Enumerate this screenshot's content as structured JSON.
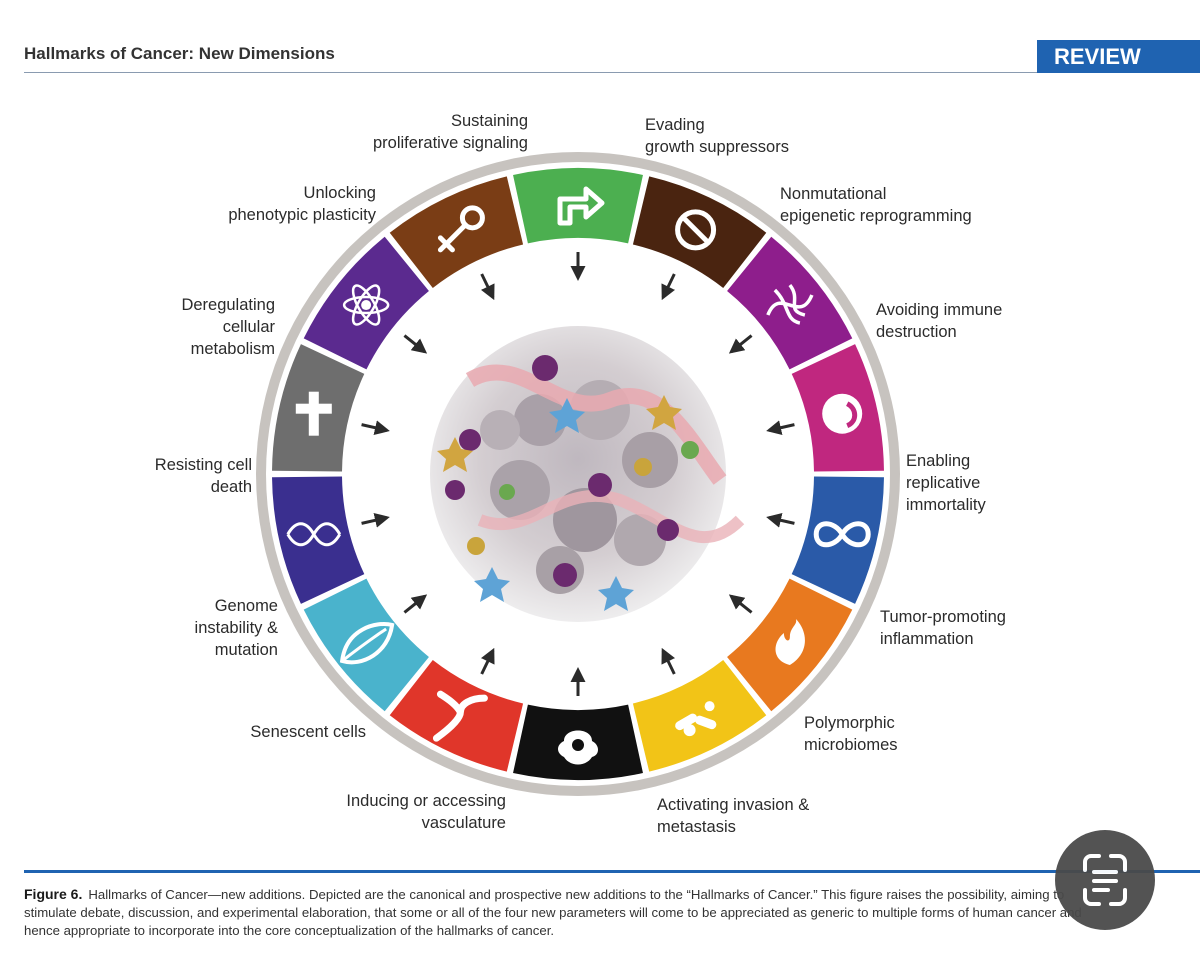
{
  "header": {
    "title": "Hallmarks of Cancer: New Dimensions",
    "badge": "REVIEW"
  },
  "colors": {
    "accent": "#1f63b1"
  },
  "segments": [
    {
      "id": "sustaining",
      "color": "#4caf50",
      "icon": "arrow-icon",
      "label_lines": [
        "Sustaining",
        "proliferative signaling"
      ]
    },
    {
      "id": "evading",
      "color": "#4a2410",
      "icon": "no-entry-icon",
      "label_lines": [
        "Evading",
        "growth suppressors"
      ]
    },
    {
      "id": "epigenetic",
      "color": "#8e1e8c",
      "icon": "chromatin-icon",
      "label_lines": [
        "Nonmutational",
        "epigenetic reprogramming"
      ]
    },
    {
      "id": "immune",
      "color": "#c0277f",
      "icon": "immune-cell-icon",
      "label_lines": [
        "Avoiding immune",
        "destruction"
      ]
    },
    {
      "id": "immortality",
      "color": "#2a5aa8",
      "icon": "infinity-icon",
      "label_lines": [
        "Enabling",
        "replicative",
        "immortality"
      ]
    },
    {
      "id": "inflammation",
      "color": "#e8791f",
      "icon": "flame-icon",
      "label_lines": [
        "Tumor-promoting",
        "inflammation"
      ]
    },
    {
      "id": "microbiomes",
      "color": "#f2c417",
      "icon": "bacteria-icon",
      "label_lines": [
        "Polymorphic",
        "microbiomes"
      ]
    },
    {
      "id": "invasion",
      "color": "#111111",
      "icon": "metastasis-cell-icon",
      "label_lines": [
        "Activating invasion &",
        "metastasis"
      ]
    },
    {
      "id": "vasculature",
      "color": "#e0362a",
      "icon": "vessel-icon",
      "label_lines": [
        "Inducing or accessing",
        "vasculature"
      ]
    },
    {
      "id": "senescent",
      "color": "#4ab3cc",
      "icon": "leaf-icon",
      "label_lines": [
        "Senescent cells"
      ]
    },
    {
      "id": "genome",
      "color": "#3a2f8f",
      "icon": "dna-icon",
      "label_lines": [
        "Genome",
        "instability &",
        "mutation"
      ]
    },
    {
      "id": "cell-death",
      "color": "#6e6e6e",
      "icon": "cross-icon",
      "label_lines": [
        "Resisting cell",
        "death"
      ]
    },
    {
      "id": "metabolism",
      "color": "#5b2a8f",
      "icon": "atom-icon",
      "label_lines": [
        "Deregulating",
        "cellular",
        "metabolism"
      ]
    },
    {
      "id": "plasticity",
      "color": "#7a3d15",
      "icon": "key-icon",
      "label_lines": [
        "Unlocking",
        "phenotypic plasticity"
      ]
    }
  ],
  "caption": {
    "figure_label": "Figure 6.",
    "text": "Hallmarks of Cancer—new additions. Depicted are the canonical and prospective new additions to the “Hallmarks of Cancer.” This figure raises the possibility, aiming to stimulate debate, discussion, and experimental elaboration, that some or all of the four new parameters will come to be appreciated as generic to multiple forms of human cancer and hence appropriate to incorporate into the core conceptualization of the hallmarks of cancer."
  }
}
